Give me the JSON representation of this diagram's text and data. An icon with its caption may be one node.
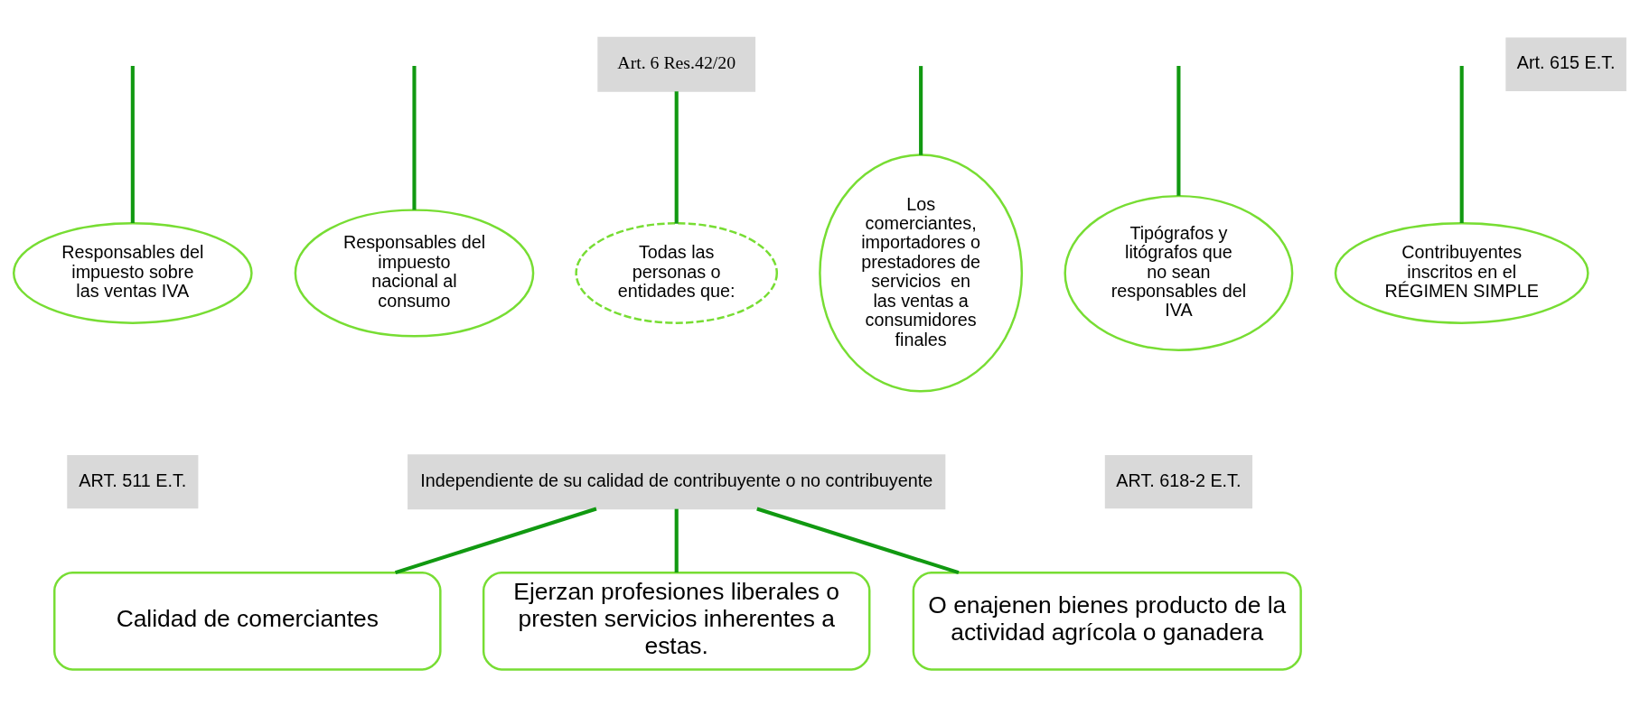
{
  "diagram": {
    "nodes": [
      {
        "text": [
          "Responsables del impuesto sobre las ventas IVA"
        ]
      },
      {
        "text": [
          "Responsables del impuesto nacional al consumo"
        ]
      },
      {
        "text": [
          "Art. 6 Res.42/20"
        ]
      },
      {
        "text": [
          "Todas las personas o entidades que:"
        ]
      },
      {
        "text": [
          "Los comerciantes, importadores o prestadores de servicios  en las ventas a consumidores finales"
        ]
      },
      {
        "text": [
          "Tipógrafos y litógrafos que no sean responsables del IVA"
        ]
      },
      {
        "text": [
          "Contribuyentes inscritos en el RÉGIMEN SIMPLE"
        ]
      },
      {
        "text": [
          "Independiente de su calidad de contribuyente o no contribuyente"
        ]
      },
      {
        "text": [
          "Calidad de comerciantes"
        ]
      },
      {
        "text": [
          "Ejerzan profesiones liberales o presten servicios inherentes a estas."
        ]
      },
      {
        "text": [
          "O enajenen bienes producto de la actividad agrícola o ganadera"
        ]
      }
    ],
    "edges": [
      {
        "from": null,
        "to": 0,
        "arrow": "none"
      },
      {
        "from": null,
        "to": 1,
        "arrow": "none"
      },
      {
        "from": 2,
        "to": 3,
        "arrow": "none"
      },
      {
        "from": null,
        "to": 4,
        "arrow": "none"
      },
      {
        "from": null,
        "to": 5,
        "arrow": "none"
      },
      {
        "from": null,
        "to": 6,
        "arrow": "none"
      },
      {
        "from": 7,
        "to": 8,
        "arrow": "none"
      },
      {
        "from": 7,
        "to": 9,
        "arrow": "none"
      },
      {
        "from": 7,
        "to": 10,
        "arrow": "none"
      }
    ],
    "labels": [
      "Art. 615 E.T.",
      "ART. 511 E.T.",
      "ART. 618-2 E.T."
    ]
  }
}
